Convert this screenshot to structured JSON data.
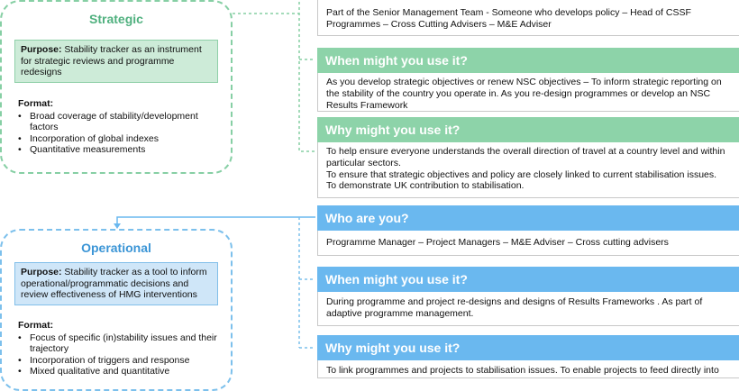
{
  "strategic": {
    "title": "Strategic",
    "purpose_label": "Purpose:",
    "purpose_text": " Stability tracker as an instrument for strategic reviews and programme redesigns",
    "format_label": "Format:",
    "format_items": [
      "Broad coverage of stability/development factors",
      "Incorporation of global indexes",
      "Quantitative measurements"
    ],
    "color": "#86cfa4"
  },
  "operational": {
    "title": "Operational",
    "purpose_label": "Purpose:",
    "purpose_text": " Stability tracker as a tool to inform operational/programmatic decisions and review effectiveness of HMG interventions",
    "format_label": "Format:",
    "format_items": [
      "Focus of specific (in)stability issues and their trajectory",
      "Incorporation of triggers and response",
      "Mixed qualitative and quantitative"
    ],
    "color": "#7cc0ec"
  },
  "right_panels": {
    "strategic_who_text": "Part of the Senior Management Team - Someone who develops policy – Head of CSSF Programmes – Cross Cutting Advisers – M&E Adviser",
    "strategic_when_header": "When might you use it?",
    "strategic_when_text": "As you develop strategic objectives or renew NSC objectives – To inform strategic reporting on the stability of the country you operate in. As you re-design programmes or develop an NSC Results Framework",
    "strategic_why_header": "Why might you use it?",
    "strategic_why_lines": [
      "To help ensure everyone understands the overall direction of travel at a country level and within particular sectors.",
      "To ensure that strategic objectives and policy are closely linked to current stabilisation issues.",
      "To demonstrate UK contribution to stabilisation."
    ],
    "operational_who_header": "Who are you?",
    "operational_who_text": "Programme Manager – Project Managers – M&E Adviser – Cross cutting advisers",
    "operational_when_header": "When might you use it?",
    "operational_when_text": "During programme and project re-designs and designs of Results Frameworks . As part of adaptive programme management.",
    "operational_why_header": "Why might you use it?",
    "operational_why_text": "To link programmes and projects to stabilisation issues.  To enable projects to feed directly into"
  }
}
